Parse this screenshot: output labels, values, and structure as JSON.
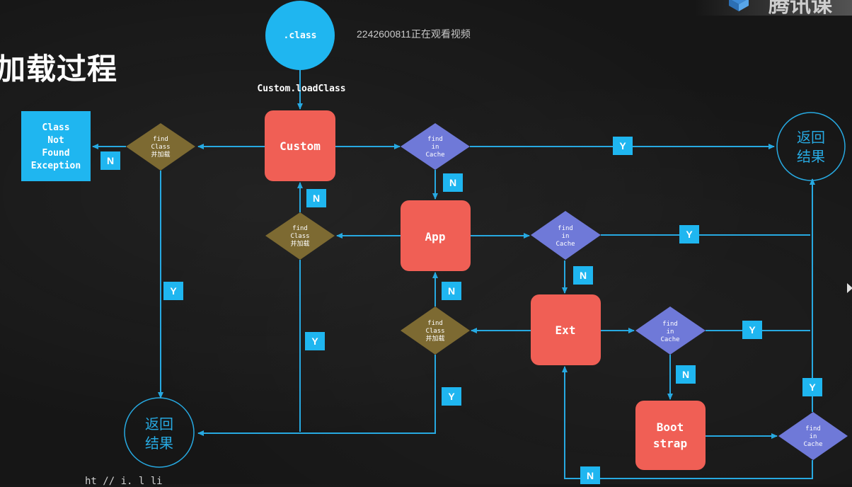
{
  "title": "加载过程",
  "watch_text": "2242600811正在观看视频",
  "brand_text": "腾讯课",
  "bottom_text": "ht  // i.  l li",
  "colors": {
    "line": "#27a9e1",
    "red_box": "#f05f55",
    "blue_circle": "#1fb6f0",
    "diamond_blue": "#6f79d8",
    "diamond_olive": "#7d6a32",
    "label_box": "#1fb6f0",
    "exception_box": "#1fb6f0"
  },
  "nodes": {
    "class_file": ".class",
    "load_call": "Custom.loadClass",
    "custom": "Custom",
    "app": "App",
    "ext": "Ext",
    "boot_line1": "Boot",
    "boot_line2": "strap",
    "exception": [
      "Class",
      "Not",
      "Found",
      "Exception"
    ],
    "cache_diamond": [
      "find",
      "in",
      "Cache"
    ],
    "load_diamond": [
      "find",
      "Class",
      "并加载"
    ],
    "return_result": [
      "返回",
      "结果"
    ]
  },
  "labels": {
    "yes": "Y",
    "no": "N"
  }
}
